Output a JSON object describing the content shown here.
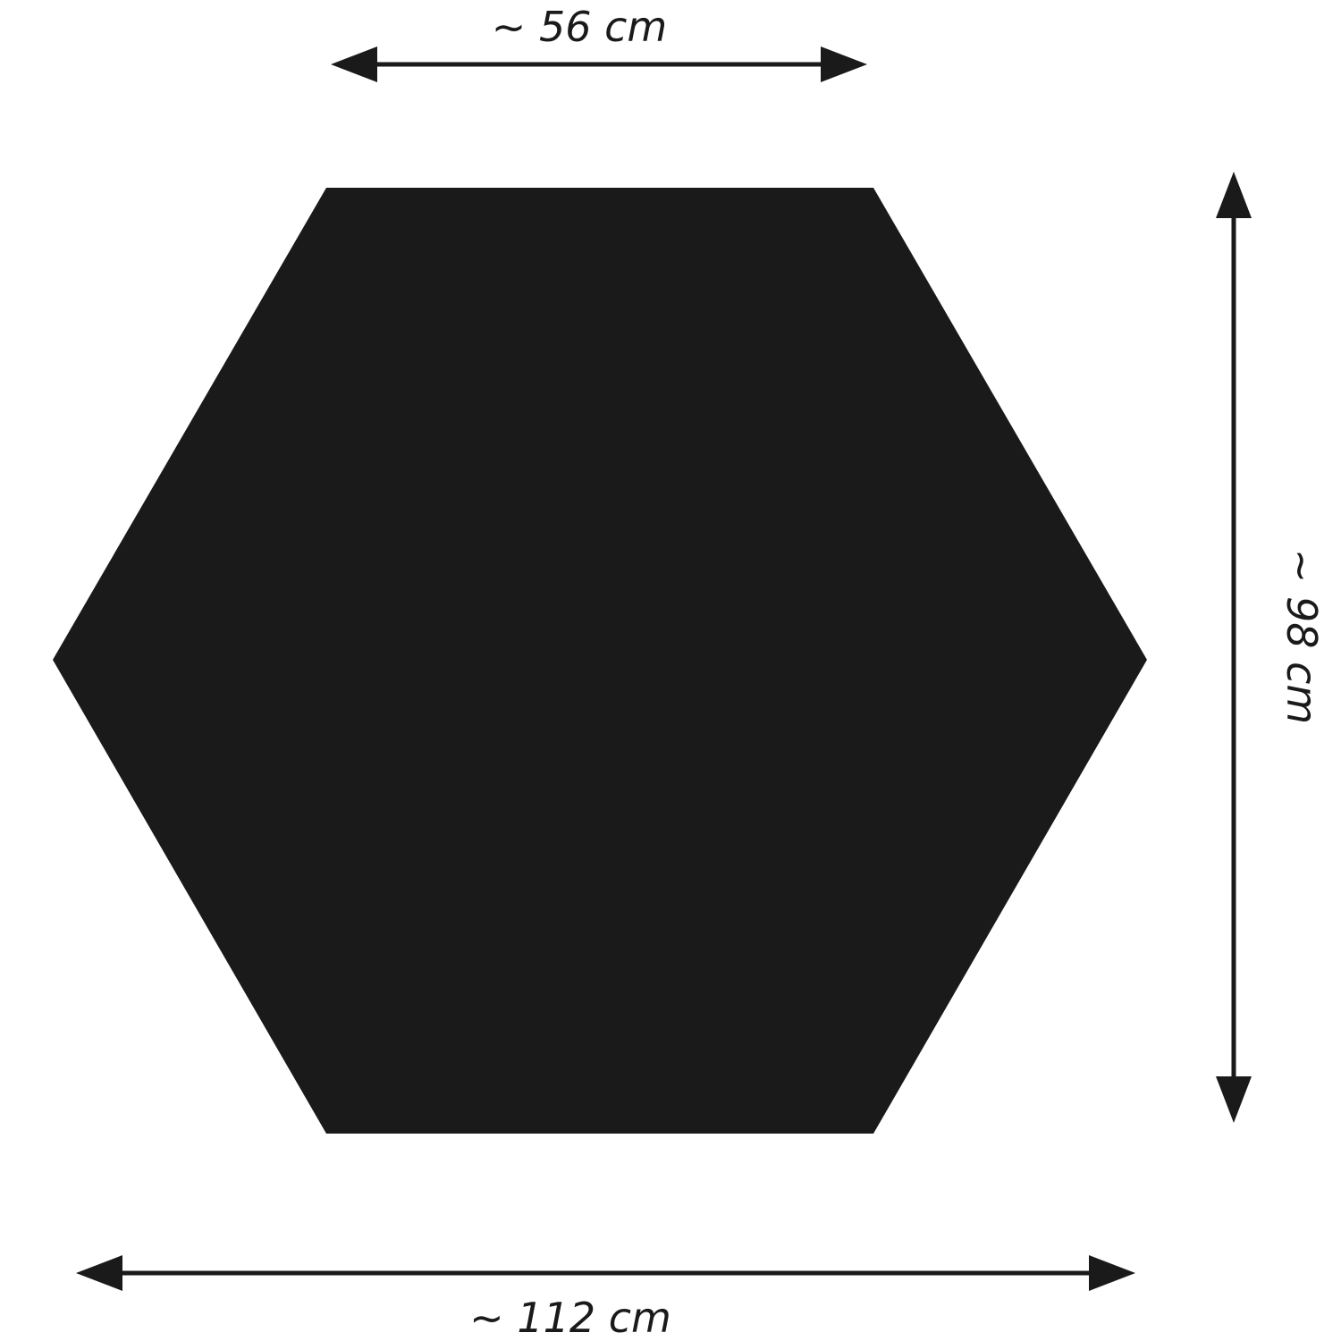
{
  "shape": {
    "name": "hexagon",
    "fill_color": "#1a1a1a"
  },
  "dimensions": {
    "side_length": "~ 56 cm",
    "total_width": "~ 112 cm",
    "total_height": "~ 98 cm"
  },
  "colors": {
    "background": "#ffffff",
    "ink": "#1a1a1a"
  }
}
